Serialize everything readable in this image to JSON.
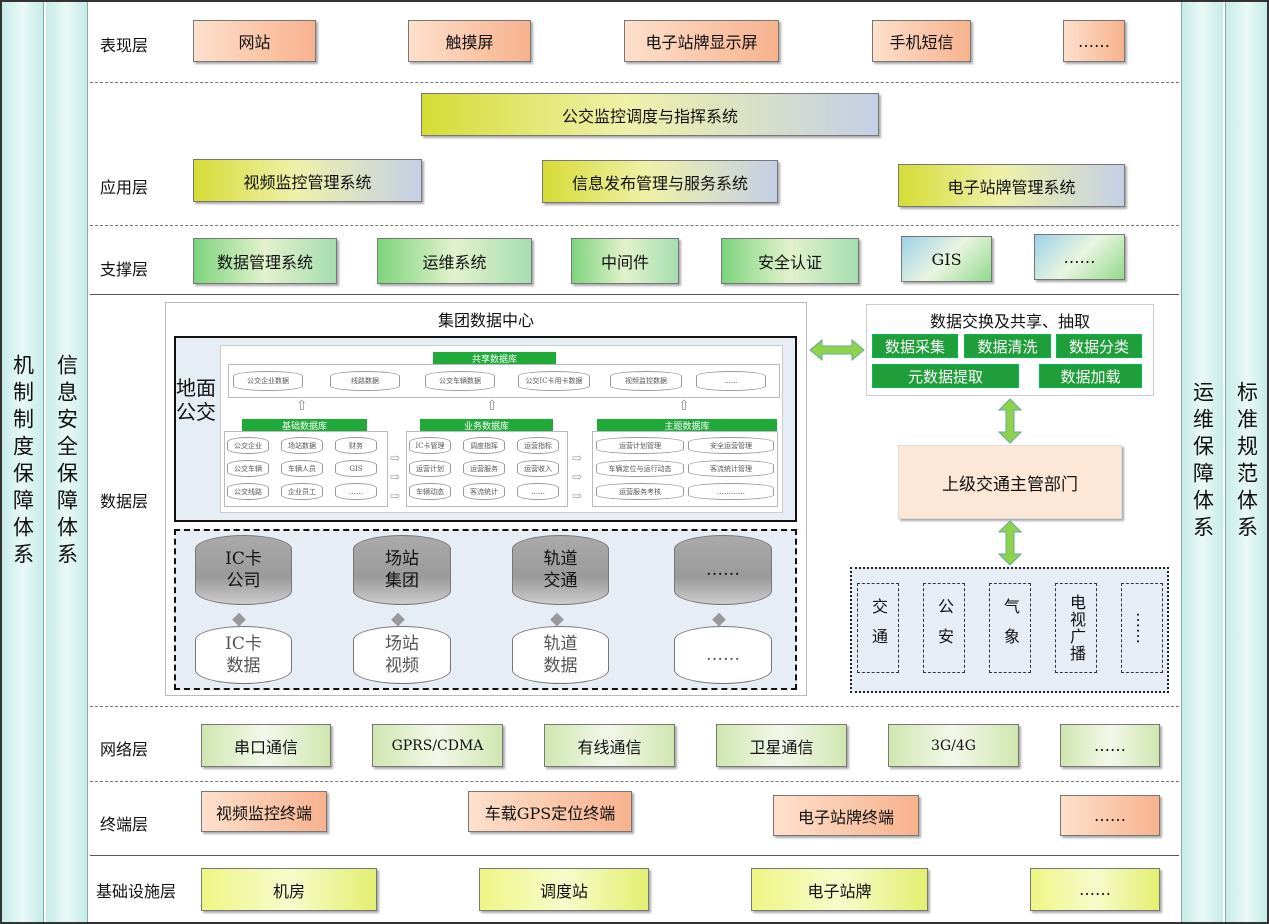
{
  "left_bands": [
    "机制制度保障体系",
    "信息安全保障体系"
  ],
  "right_bands": [
    "运维保障体系",
    "标准规范体系"
  ],
  "layers": {
    "presentation": {
      "label": "表现层",
      "items": [
        "网站",
        "触摸屏",
        "电子站牌显示屏",
        "手机短信",
        "……"
      ]
    },
    "application": {
      "label": "应用层",
      "top": "公交监控调度与指挥系统",
      "items": [
        "视频监控管理系统",
        "信息发布管理与服务系统",
        "电子站牌管理系统"
      ]
    },
    "support": {
      "label": "支撑层",
      "items": [
        "数据管理系统",
        "运维系统",
        "中间件",
        "安全认证",
        "GIS",
        "……"
      ]
    },
    "data": {
      "label": "数据层"
    },
    "network": {
      "label": "网络层",
      "items": [
        "串口通信",
        "GPRS/CDMA",
        "有线通信",
        "卫星通信",
        "3G/4G",
        "……"
      ]
    },
    "terminal": {
      "label": "终端层",
      "items": [
        "视频监控终端",
        "车载GPS定位终端",
        "电子站牌终端",
        "……"
      ]
    },
    "infra": {
      "label": "基础设施层",
      "items": [
        "机房",
        "调度站",
        "电子站牌",
        "……"
      ]
    }
  },
  "data_center": {
    "title": "集团数据中心",
    "side": "地面公交",
    "shared": {
      "title": "共享数据库",
      "items": [
        "公交企业数据",
        "线路数据",
        "公交车辆数据",
        "公交IC卡用卡数据",
        "视频监控数据",
        "……"
      ]
    },
    "basic": {
      "title": "基础数据库",
      "items": [
        "公交企业",
        "场站数据",
        "财务",
        "公交车辆",
        "车辆人员",
        "GIS",
        "公交线路",
        "企业员工",
        "……"
      ]
    },
    "business": {
      "title": "业务数据库",
      "items": [
        "IC卡管理",
        "调度指挥",
        "运营指标",
        "运营计划",
        "运营服务",
        "运营收入",
        "车辆动态",
        "客流统计",
        "……"
      ]
    },
    "theme": {
      "title": "主题数据库",
      "items": [
        "运营计划管理",
        "安全运营管理",
        "车辆定位与运行动态",
        "客流统计管理",
        "运营服务考核",
        "…………"
      ]
    },
    "sources_top": [
      "IC卡\n公司",
      "场站\n集团",
      "轨道\n交通",
      "……"
    ],
    "sources_bottom": [
      "IC卡\n数据",
      "场站\n视频",
      "轨道\n数据",
      "……"
    ]
  },
  "exchange": {
    "title": "数据交换及共享、抽取",
    "items": [
      "数据采集",
      "数据清洗",
      "数据分类",
      "元数据提取",
      "数据加载"
    ]
  },
  "authority": "上级交通主管部门",
  "external": [
    "交通",
    "公安",
    "气象",
    "电视广播",
    "……"
  ]
}
